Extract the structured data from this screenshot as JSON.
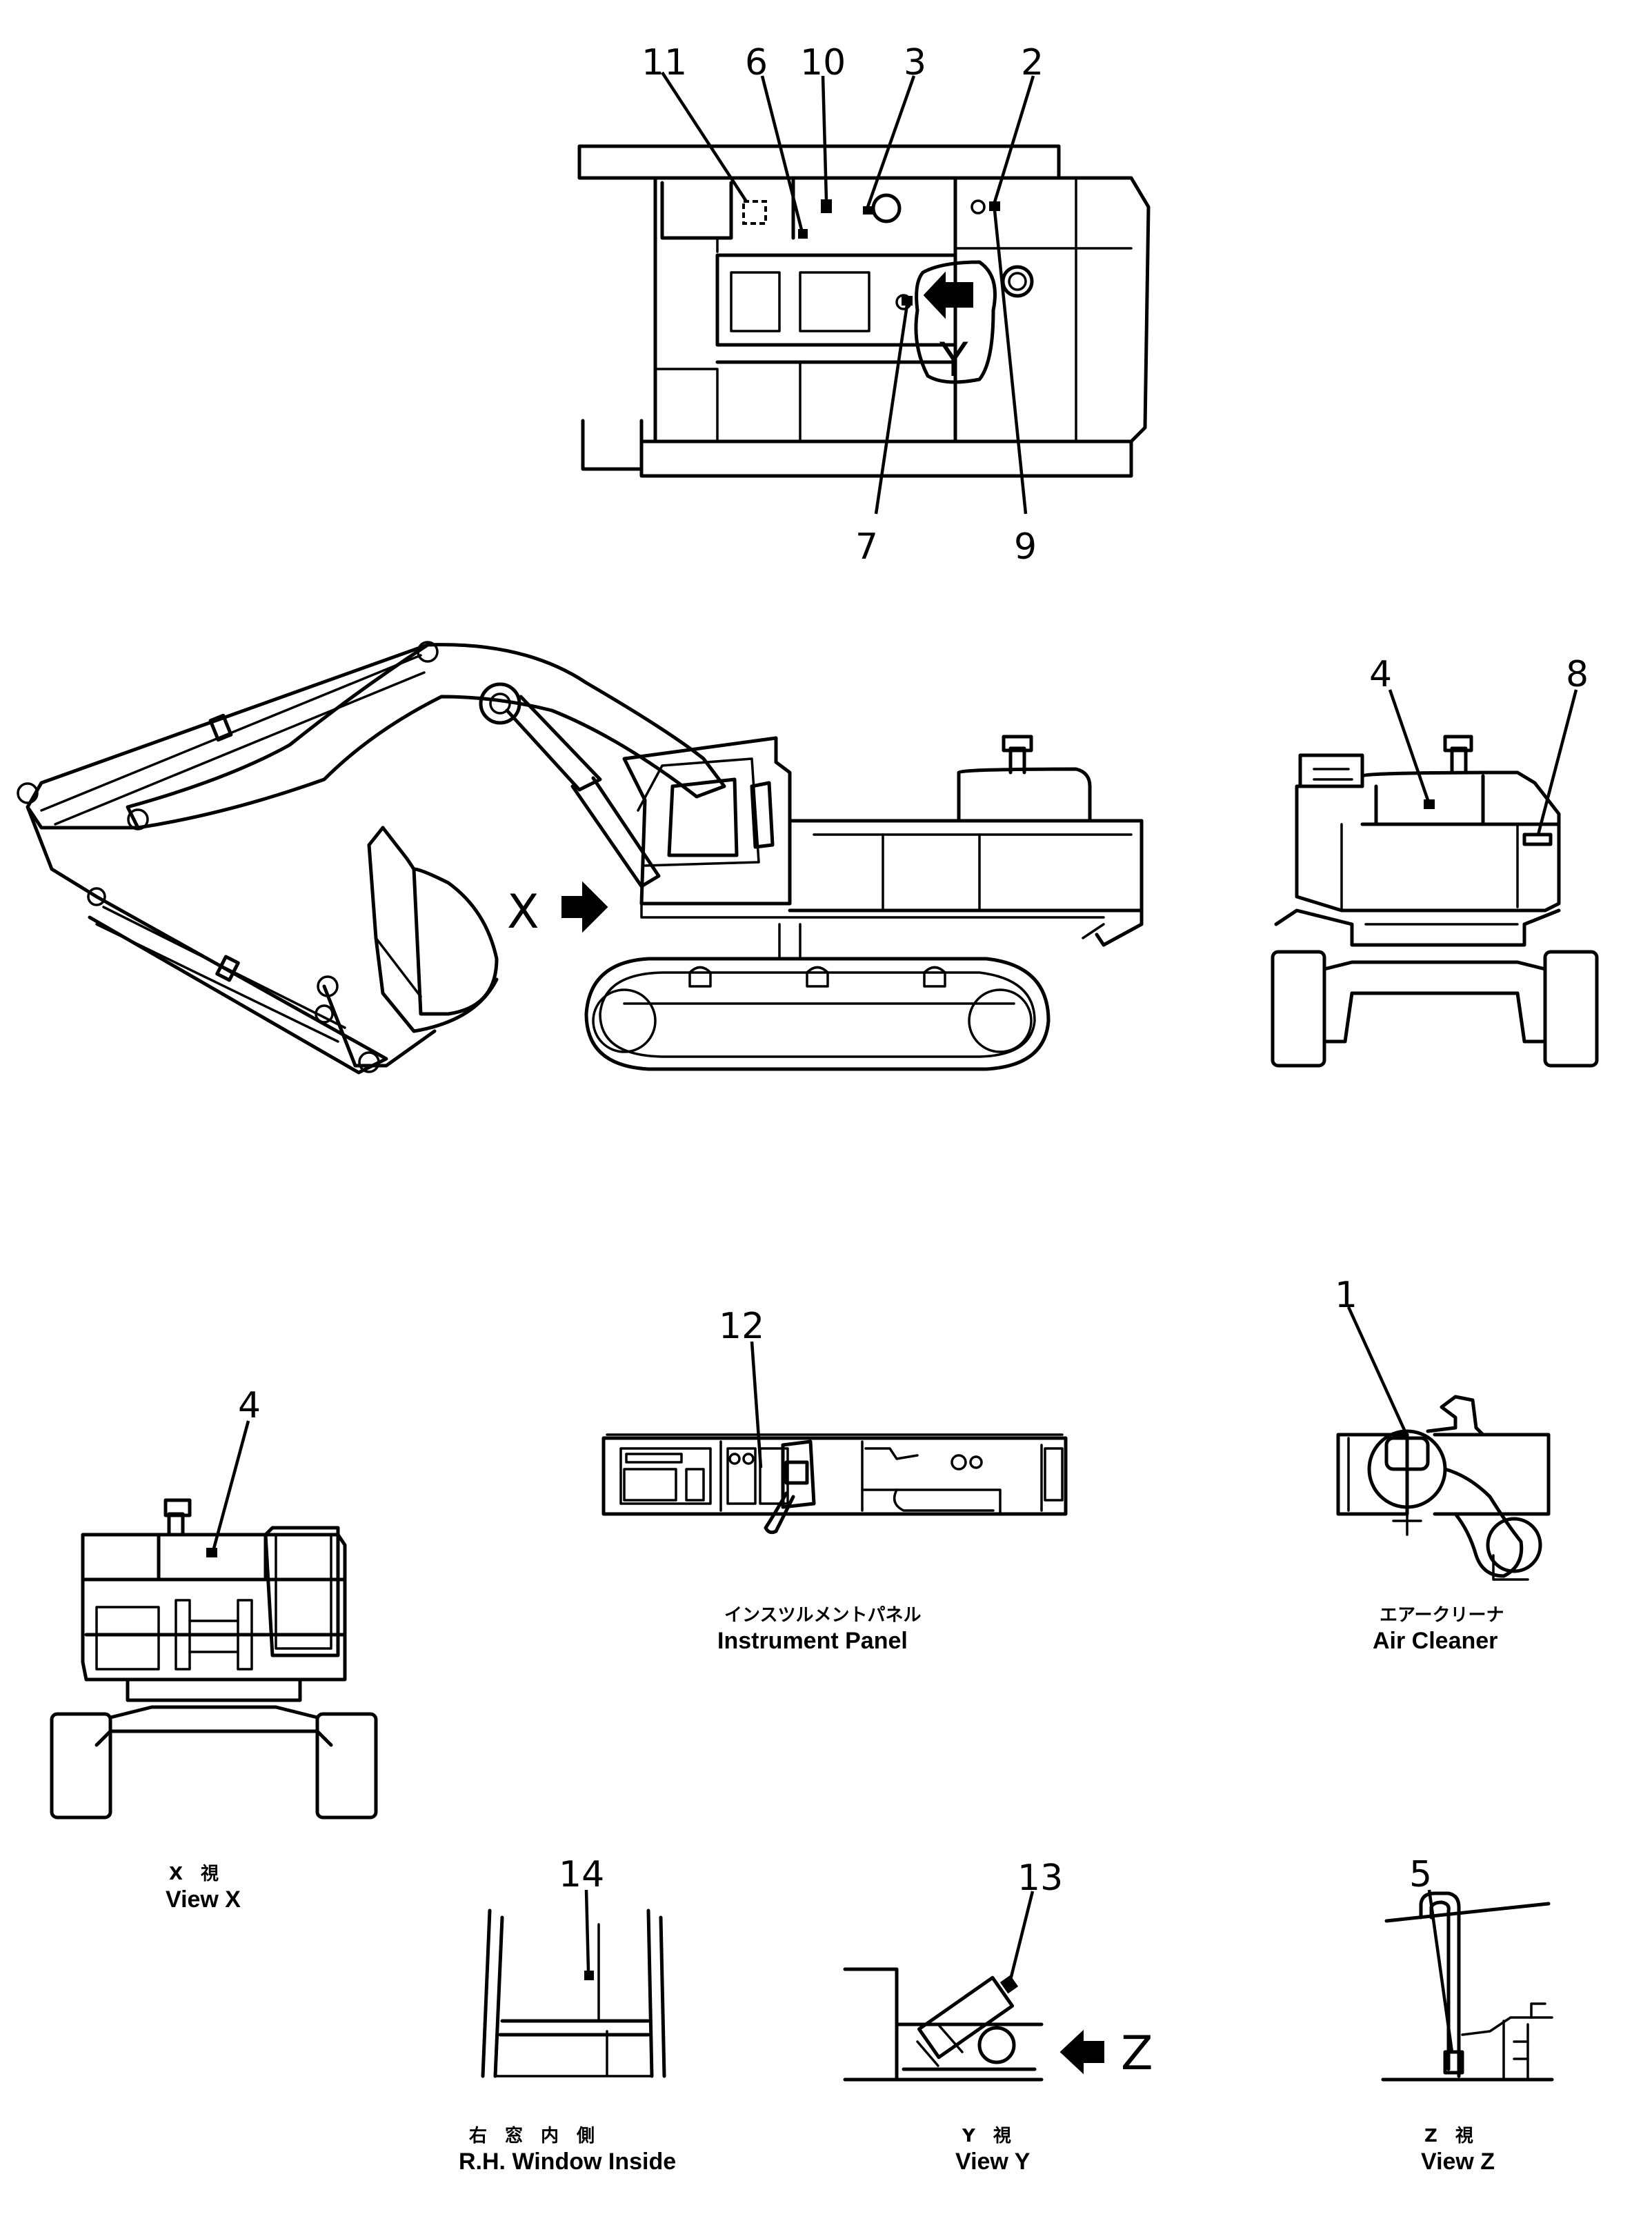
{
  "callouts": {
    "top": [
      "11",
      "6",
      "10",
      "3",
      "2",
      "7",
      "9"
    ],
    "side_rear": [
      "4",
      "8"
    ],
    "instrument_panel": "12",
    "air_cleaner": "1",
    "view_x": "4",
    "window": "14",
    "view_y": "13",
    "view_z": "5"
  },
  "direction_labels": {
    "x": "X",
    "y": "Y",
    "z": "Z"
  },
  "captions": {
    "instrument_panel_jp": "インスツルメントパネル",
    "instrument_panel_en": "Instrument  Panel",
    "air_cleaner_jp": "エアークリーナ",
    "air_cleaner_en": "Air  Cleaner",
    "view_x_jp": "X　視",
    "view_x_en": "View  X",
    "window_jp": "右　窓　内　側",
    "window_en": "R.H.  Window  Inside",
    "view_y_jp": "Y　視",
    "view_y_en": "View  Y",
    "view_z_jp": "Z　視",
    "view_z_en": "View  Z"
  },
  "icons": {
    "arrow": "right-arrow-icon",
    "label_plate": "decal-icon"
  }
}
